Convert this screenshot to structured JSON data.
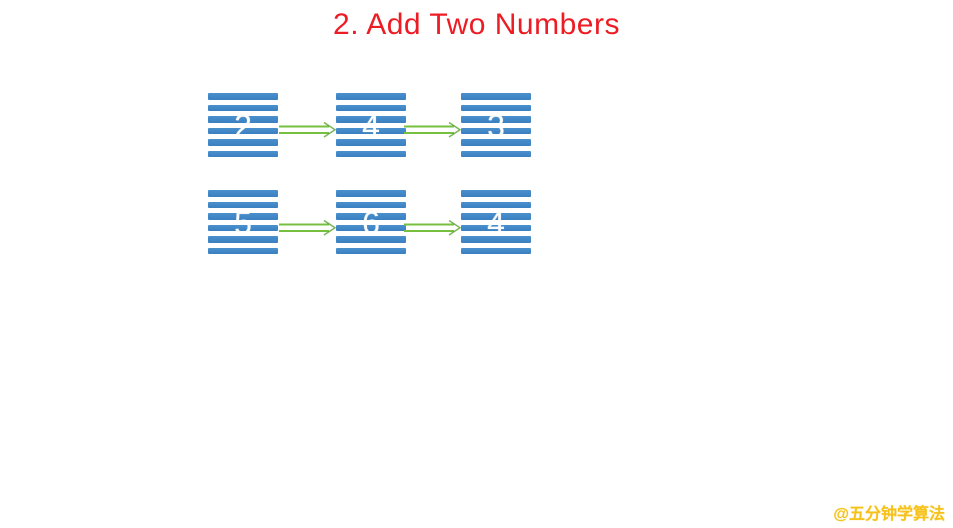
{
  "title": "2. Add Two Numbers",
  "watermark": "@五分钟学算法",
  "colors": {
    "title_red": "#ed1c24",
    "node_stripe_blue": "#4189c9",
    "node_digit": "#ffffff",
    "arrow_green": "#76bf3f",
    "arrowhead_green": "#5aa332",
    "watermark_gold": "#f6c21a",
    "background": "#ffffff"
  },
  "diagram": {
    "description": "Two singly linked lists drawn as striped blue boxes connected by green double-line arrows",
    "node_style": "six horizontal blue stripes with white centered digit",
    "arrow_icon": "double-line-right-arrow",
    "lists": [
      {
        "name": "list-1",
        "nodes": [
          "2",
          "4",
          "3"
        ]
      },
      {
        "name": "list-2",
        "nodes": [
          "5",
          "6",
          "4"
        ]
      }
    ]
  }
}
